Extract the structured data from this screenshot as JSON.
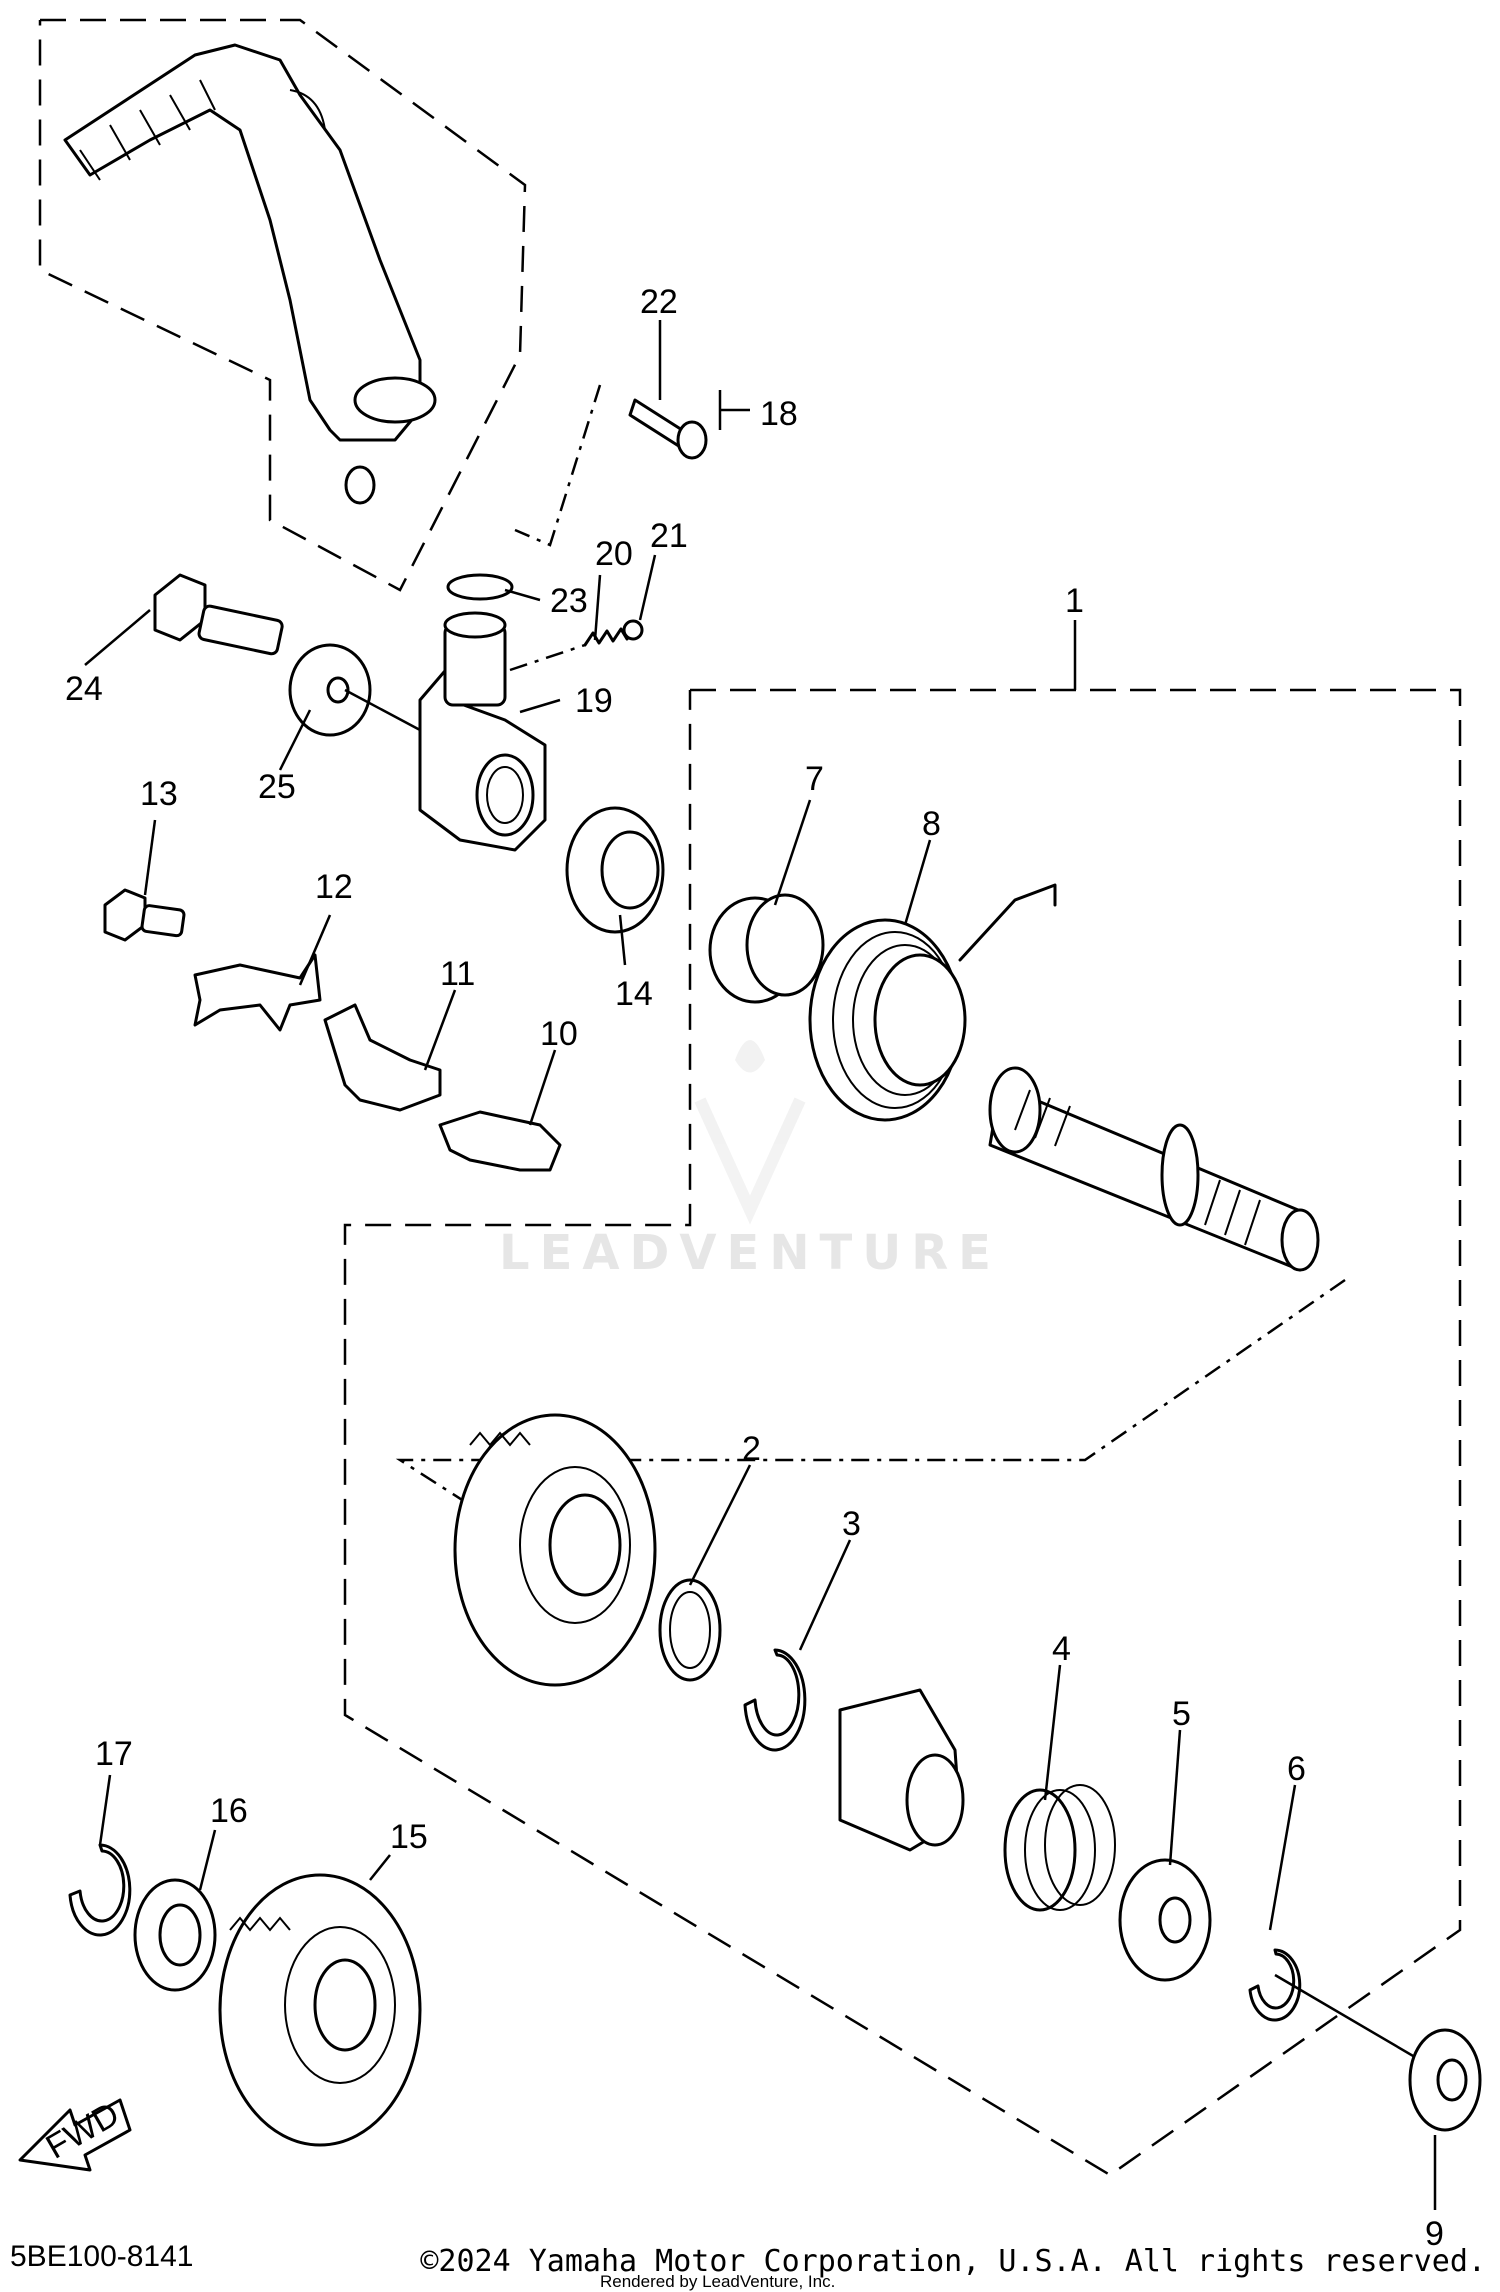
{
  "diagram": {
    "callouts": {
      "c1": "1",
      "c2": "2",
      "c3": "3",
      "c4": "4",
      "c5": "5",
      "c6": "6",
      "c7": "7",
      "c8": "8",
      "c9": "9",
      "c10": "10",
      "c11": "11",
      "c12": "12",
      "c13": "13",
      "c14": "14",
      "c15": "15",
      "c16": "16",
      "c17": "17",
      "c18": "18",
      "c19": "19",
      "c20": "20",
      "c21": "21",
      "c22": "22",
      "c23": "23",
      "c24": "24",
      "c25": "25"
    },
    "fwd_label": "FWD",
    "watermark": "LEADVENTURE",
    "ref_code": "5BE100-8141",
    "copyright": "©2024 Yamaha Motor Corporation, U.S.A. All rights reserved.",
    "rendered_by": "Rendered by LeadVenture, Inc."
  }
}
